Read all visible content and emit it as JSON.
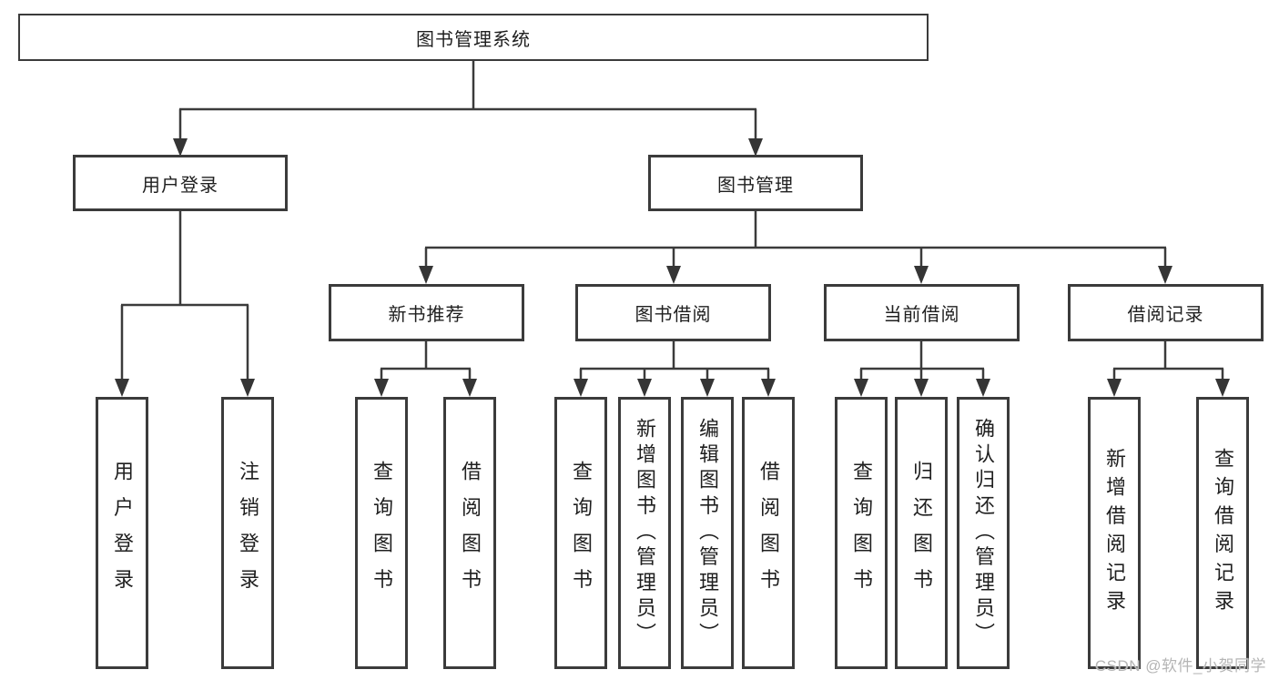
{
  "root": {
    "label": "图书管理系统"
  },
  "level2": {
    "login": {
      "label": "用户登录"
    },
    "management": {
      "label": "图书管理"
    }
  },
  "level3": {
    "new_books": {
      "label": "新书推荐"
    },
    "borrowing": {
      "label": "图书借阅"
    },
    "current": {
      "label": "当前借阅"
    },
    "records": {
      "label": "借阅记录"
    }
  },
  "leaves": {
    "login": [
      "用户登录",
      "注销登录"
    ],
    "new_books": [
      "查询图书",
      "借阅图书"
    ],
    "borrowing": [
      "查询图书",
      "新增图书（管理员）",
      "编辑图书（管理员）",
      "借阅图书"
    ],
    "current": [
      "查询图书",
      "归还图书",
      "确认归还（管理员）"
    ],
    "records": [
      "新增借阅记录",
      "查询借阅记录"
    ]
  },
  "watermark": {
    "text": "CSDN @软件_小贺同学",
    "color": "#b5b5b5"
  },
  "colors": {
    "line": "#3b3b3b",
    "box_border": "#3b3b3b",
    "box_fill": "#ffffff",
    "text": "#1f1f1f",
    "background": "#ffffff"
  }
}
